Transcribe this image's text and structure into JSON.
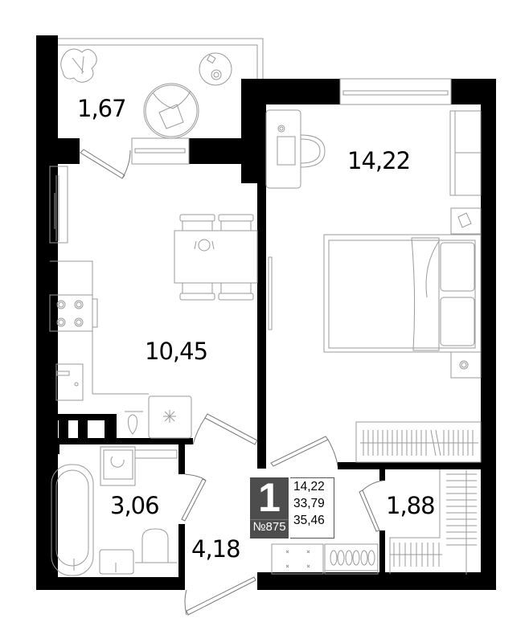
{
  "plan": {
    "type": "apartment-floor-plan",
    "rooms": [
      {
        "id": "balcony",
        "area": "1,67"
      },
      {
        "id": "bedroom",
        "area": "14,22"
      },
      {
        "id": "kitchen-living",
        "area": "10,45"
      },
      {
        "id": "bathroom",
        "area": "3,06"
      },
      {
        "id": "hallway",
        "area": "4,18"
      },
      {
        "id": "wardrobe",
        "area": "1,88"
      }
    ]
  },
  "info": {
    "rooms_count": "1",
    "apartment_number": "№875",
    "living_area": "14,22",
    "total_area_without_balcony": "33,79",
    "total_area": "35,46"
  },
  "colors": {
    "wall": "#000000",
    "furniture_line": "#9a9a9a",
    "badge_bg": "#4d4d4d",
    "badge_text": "#ffffff"
  }
}
